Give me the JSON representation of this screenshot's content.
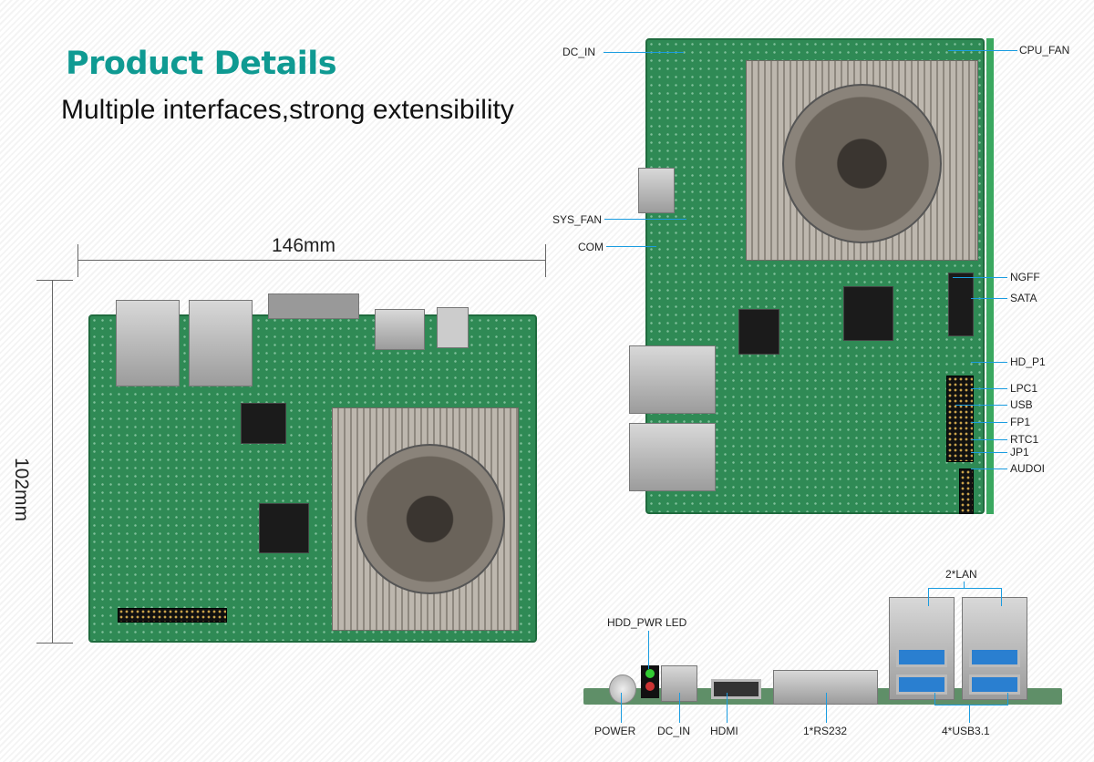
{
  "header": {
    "title": "Product Details",
    "subtitle": "Multiple interfaces,strong extensibility"
  },
  "dimensions": {
    "width": "146mm",
    "height": "102mm"
  },
  "top_board_labels": {
    "dc_in": "DC_IN",
    "cpu_fan": "CPU_FAN",
    "sys_fan": "SYS_FAN",
    "com": "COM",
    "right": [
      "NGFF",
      "SATA",
      "HD_P1",
      "LPC1",
      "USB",
      "FP1",
      "RTC1",
      "JP1",
      "AUDOI"
    ]
  },
  "io_panel_labels": {
    "lan": "2*LAN",
    "hdd_pwr_led": "HDD_PWR LED",
    "power": "POWER",
    "dc_in": "DC_IN",
    "hdmi": "HDMI",
    "rs232": "1*RS232",
    "usb": "4*USB3.1"
  },
  "colors": {
    "title": "#0f9a92",
    "callout_line": "#1a9ce0",
    "pcb": "#2f8a55"
  }
}
